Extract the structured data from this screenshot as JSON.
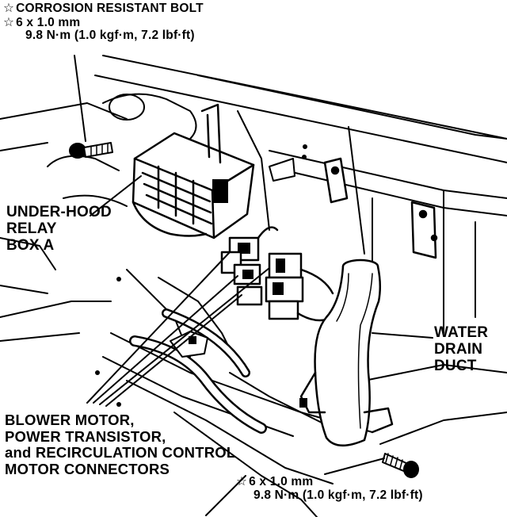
{
  "callouts": {
    "top_bolt": {
      "symbol": "☆",
      "line1": "CORROSION RESISTANT BOLT",
      "line2": "6 x 1.0 mm",
      "line3": "9.8 N·m (1.0 kgf·m, 7.2 lbf·ft)"
    },
    "relay_box": {
      "line1": "UNDER-HOOD",
      "line2": "RELAY",
      "line3": "BOX A"
    },
    "water_drain": {
      "line1": "WATER",
      "line2": "DRAIN",
      "line3": "DUCT"
    },
    "connectors": {
      "line1": "BLOWER MOTOR,",
      "line2": "POWER TRANSISTOR,",
      "line3": "and RECIRCULATION CONTROL",
      "line4": "MOTOR CONNECTORS"
    },
    "bottom_bolt": {
      "symbol": "☆",
      "line1": "6 x 1.0 mm",
      "line2": "9.8 N·m (1.0 kgf·m, 7.2 lbf·ft)"
    }
  },
  "colors": {
    "ink": "#000000",
    "paper": "#ffffff"
  }
}
